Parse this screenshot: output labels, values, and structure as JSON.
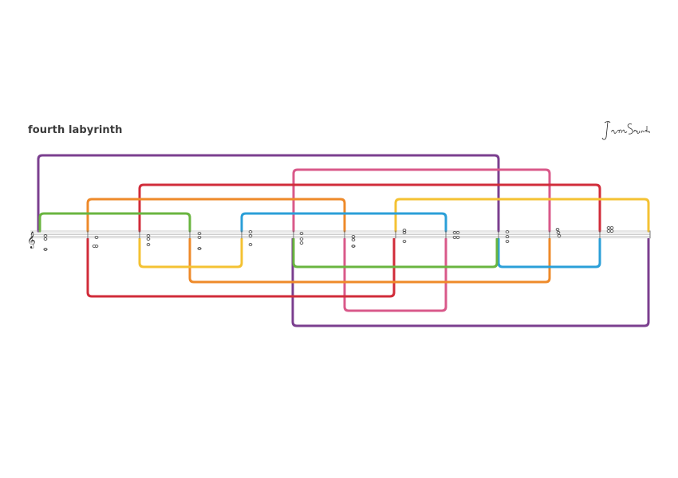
{
  "title": "fourth labyrinth",
  "signature": "James Saunders",
  "colors": {
    "purple": "#7b3f8f",
    "pink": "#d9598a",
    "red": "#d12c3a",
    "orange": "#ee8a2a",
    "yellow": "#f4c233",
    "blue": "#2b9fd8",
    "green": "#6ab540",
    "staff": "#9a9a9a",
    "note": "#333333"
  },
  "clef": "treble",
  "bar_count": 12,
  "pathway_colors": [
    "purple",
    "pink",
    "red",
    "orange",
    "yellow",
    "blue",
    "green"
  ]
}
